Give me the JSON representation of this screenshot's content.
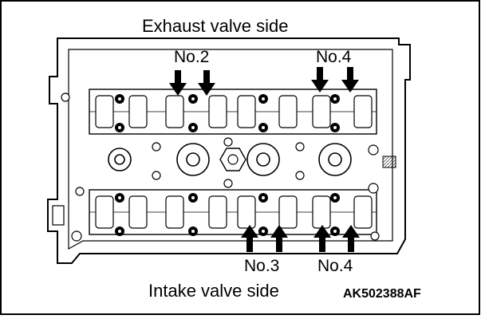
{
  "labels": {
    "top": "Exhaust valve side",
    "bottom": "Intake valve side",
    "code": "AK502388AF"
  },
  "markers": {
    "exhaust_left": "No.2",
    "exhaust_right": "No.4",
    "intake_left": "No.3",
    "intake_right": "No.4"
  },
  "colors": {
    "line": "#000000",
    "background": "#ffffff"
  }
}
